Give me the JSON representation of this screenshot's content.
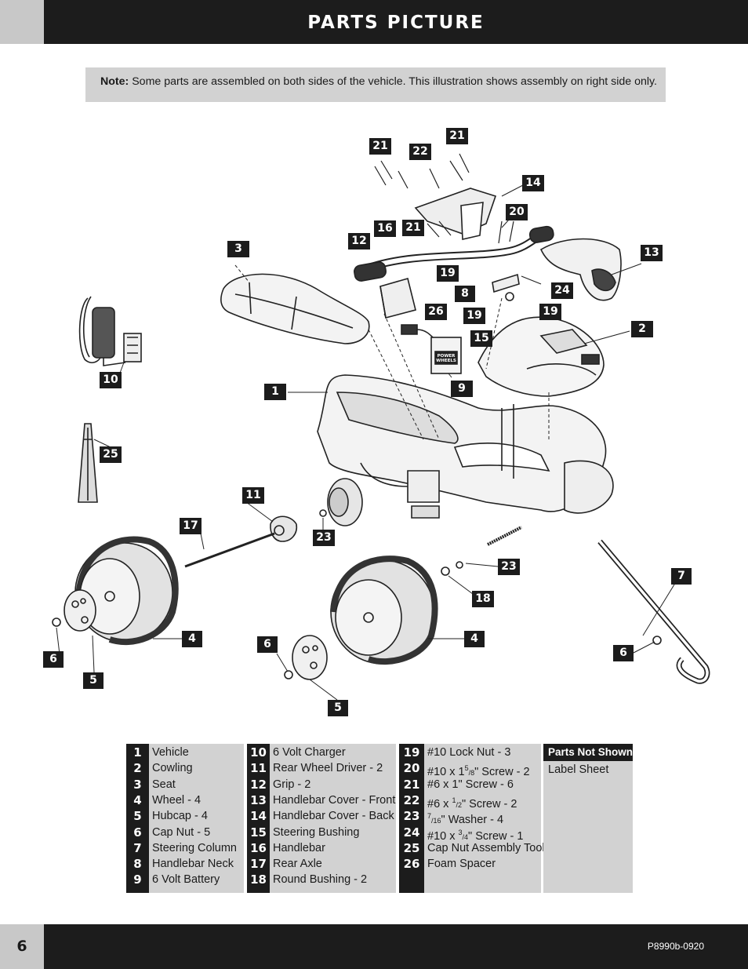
{
  "header": {
    "title": "PARTS PICTURE"
  },
  "note": {
    "label": "Note:",
    "text": "Some parts are assembled on both sides of the vehicle. This illustration shows assembly on right side only."
  },
  "callouts": [
    "21",
    "22",
    "21",
    "14",
    "20",
    "16",
    "21",
    "12",
    "3",
    "13",
    "19",
    "8",
    "24",
    "26",
    "19",
    "19",
    "15",
    "2",
    "10",
    "1",
    "9",
    "25",
    "11",
    "17",
    "23",
    "23",
    "7",
    "18",
    "4",
    "4",
    "6",
    "6",
    "6",
    "5",
    "5"
  ],
  "legend": {
    "col1": [
      {
        "num": "1",
        "label": "Vehicle"
      },
      {
        "num": "2",
        "label": "Cowling"
      },
      {
        "num": "3",
        "label": "Seat"
      },
      {
        "num": "4",
        "label": "Wheel - 4"
      },
      {
        "num": "5",
        "label": "Hubcap - 4"
      },
      {
        "num": "6",
        "label": "Cap Nut - 5"
      },
      {
        "num": "7",
        "label": "Steering Column"
      },
      {
        "num": "8",
        "label": "Handlebar Neck"
      },
      {
        "num": "9",
        "label": "6 Volt Battery"
      }
    ],
    "col2": [
      {
        "num": "10",
        "label": "6 Volt Charger"
      },
      {
        "num": "11",
        "label": "Rear Wheel Driver - 2"
      },
      {
        "num": "12",
        "label": "Grip - 2"
      },
      {
        "num": "13",
        "label": "Handlebar Cover - Front"
      },
      {
        "num": "14",
        "label": "Handlebar Cover - Back"
      },
      {
        "num": "15",
        "label": "Steering Bushing"
      },
      {
        "num": "16",
        "label": "Handlebar"
      },
      {
        "num": "17",
        "label": "Rear Axle"
      },
      {
        "num": "18",
        "label": "Round Bushing - 2"
      }
    ],
    "col3": [
      {
        "num": "19",
        "label": "#10 Lock Nut - 3"
      },
      {
        "num": "20",
        "pre": "#10 x 1",
        "sup": "5",
        "sub": "/8",
        "post": "\" Screw - 2"
      },
      {
        "num": "21",
        "label": "#6 x 1\" Screw - 6"
      },
      {
        "num": "22",
        "pre": "#6 x ",
        "sup": "1",
        "sub": "/2",
        "post": "\" Screw - 2"
      },
      {
        "num": "23",
        "pre": "",
        "sup": "7",
        "sub": "/16",
        "post": "\" Washer - 4"
      },
      {
        "num": "24",
        "pre": "#10 x ",
        "sup": "3",
        "sub": "/4",
        "post": "\" Screw - 1"
      },
      {
        "num": "25",
        "label": "Cap Nut Assembly Tool"
      },
      {
        "num": "26",
        "label": "Foam Spacer"
      }
    ]
  },
  "parts_not_shown": {
    "heading": "Parts Not Shown",
    "items": [
      "Label Sheet"
    ]
  },
  "battery_logo": {
    "line1": "POWER",
    "line2": "WHEELS"
  },
  "footer": {
    "page": "6",
    "code": "P8990b-0920"
  }
}
